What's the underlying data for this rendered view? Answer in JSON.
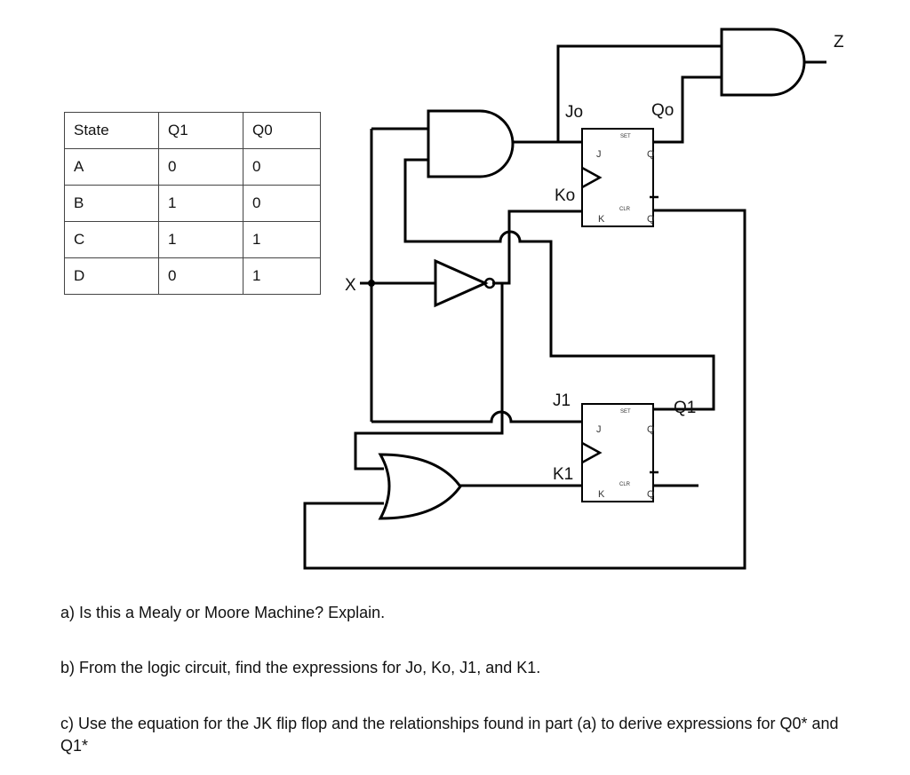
{
  "state_table": {
    "headers": [
      "State",
      "Q1",
      "Q0"
    ],
    "rows": [
      [
        "A",
        "0",
        "0"
      ],
      [
        "B",
        "1",
        "0"
      ],
      [
        "C",
        "1",
        "1"
      ],
      [
        "D",
        "0",
        "1"
      ]
    ]
  },
  "circuit": {
    "labels": {
      "input_x": "X",
      "output_z": "Z",
      "jo": "Jo",
      "ko": "Ko",
      "qo": "Qo",
      "j1": "J1",
      "k1": "K1",
      "q1": "Q1"
    },
    "ff_pins": {
      "j": "J",
      "k": "K",
      "q": "Q",
      "qbar": "Q",
      "set": "SET",
      "clr": "CLR"
    }
  },
  "questions": [
    "a) Is this a Mealy or Moore Machine?  Explain.",
    "b) From the logic circuit, find the expressions for Jo, Ko, J1, and K1.",
    "c) Use the equation for the JK flip flop and the relationships found in part (a) to derive expressions for Q0* and Q1*"
  ]
}
